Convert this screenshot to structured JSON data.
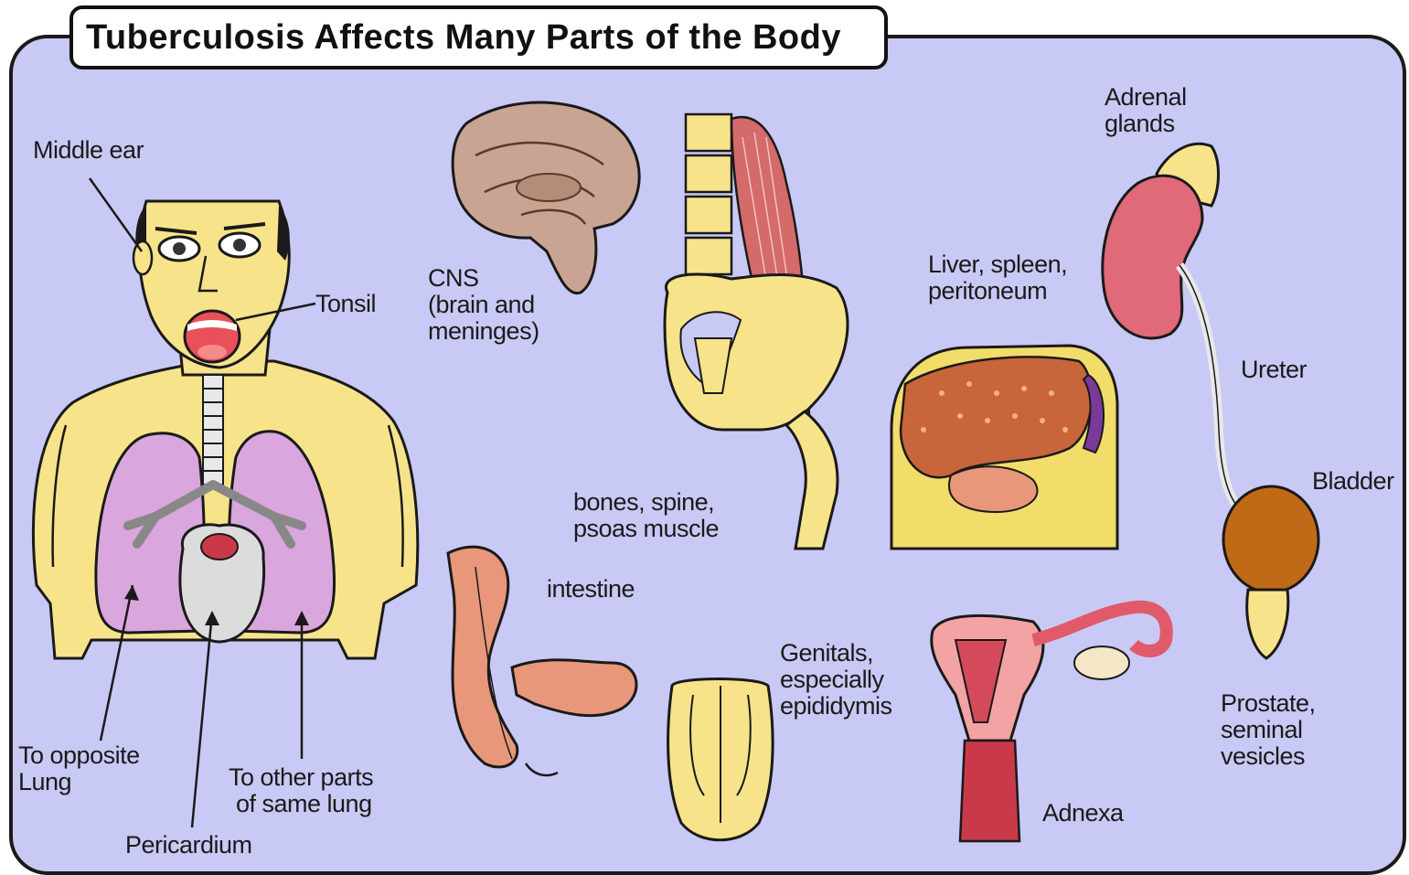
{
  "title": "Tuberculosis Affects Many Parts of the Body",
  "labels": {
    "middle_ear": "Middle ear",
    "tonsil": "Tonsil",
    "cns_1": "CNS",
    "cns_2": "(brain and",
    "cns_3": "meninges)",
    "adrenal_1": "Adrenal",
    "adrenal_2": "glands",
    "liver_1": "Liver, spleen,",
    "liver_2": "peritoneum",
    "ureter": "Ureter",
    "bladder": "Bladder",
    "bones_1": "bones, spine,",
    "bones_2": "psoas muscle",
    "intestine": "intestine",
    "genitals_1": "Genitals,",
    "genitals_2": "especially",
    "genitals_3": "epididymis",
    "prostate_1": "Prostate,",
    "prostate_2": "seminal",
    "prostate_3": "vesicles",
    "adnexa": "Adnexa",
    "opposite_1": "To opposite",
    "opposite_2": "Lung",
    "other_parts_1": "To other parts",
    "other_parts_2": "of same lung",
    "pericardium": "Pericardium"
  },
  "colors": {
    "panel": "#c9c9f5",
    "skin": "#f7e38a",
    "lung": "#d9a6dd",
    "organ_pink": "#e8977a",
    "liver": "#c8653a",
    "bladder": "#c06a18",
    "brain": "#c9a493",
    "outline": "#1a1a1a"
  }
}
